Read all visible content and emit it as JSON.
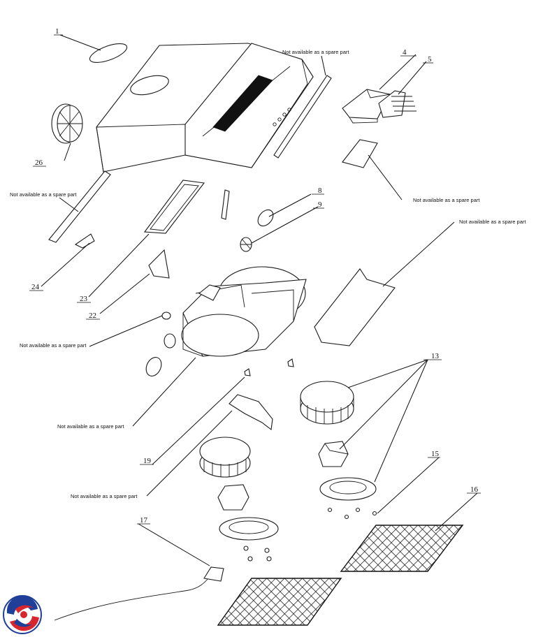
{
  "callouts": {
    "n1": "1",
    "n4": "4",
    "n5": "5",
    "n8": "8",
    "n9": "9",
    "n13": "13",
    "n15": "15",
    "n16": "16",
    "n17": "17",
    "n19": "19",
    "n22": "22",
    "n23": "23",
    "n24": "24",
    "n26": "26"
  },
  "notes": {
    "not_spare": "Not available as a spare part"
  },
  "logo": {
    "colors": {
      "red": "#d7262e",
      "blue": "#1f3f99"
    }
  }
}
